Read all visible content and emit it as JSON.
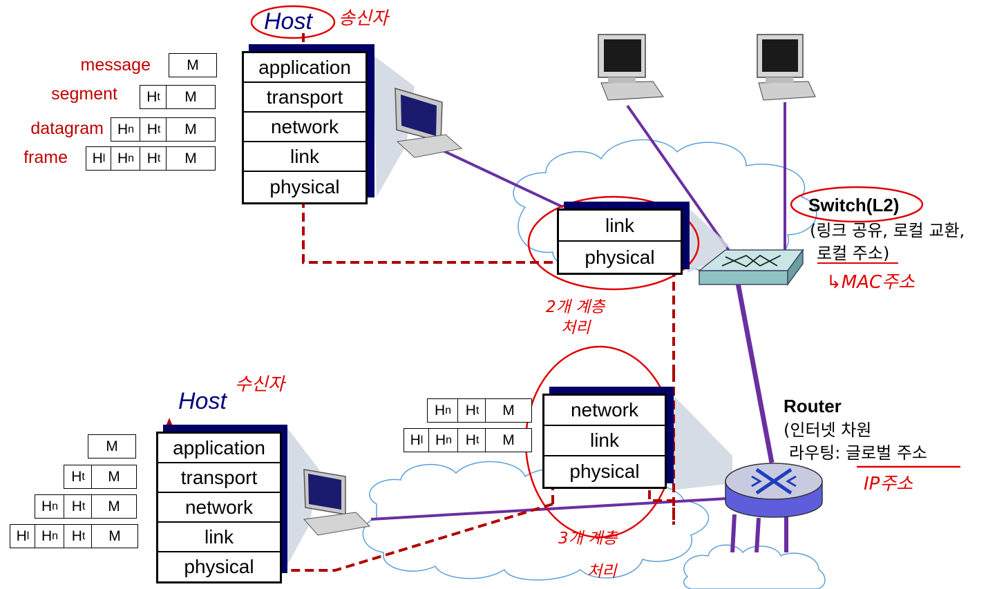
{
  "encapsulation_labels": {
    "message": "message",
    "segment": "segment",
    "datagram": "datagram",
    "frame": "frame"
  },
  "headers": {
    "m": "M",
    "ht": "H",
    "ht_sub": "t",
    "hn": "H",
    "hn_sub": "n",
    "hl": "H",
    "hl_sub": "l"
  },
  "sender": {
    "title": "Host",
    "note": "송신자",
    "layers": [
      "application",
      "transport",
      "network",
      "link",
      "physical"
    ]
  },
  "receiver": {
    "title": "Host",
    "note": "수신자",
    "layers": [
      "application",
      "transport",
      "network",
      "link",
      "physical"
    ]
  },
  "switch": {
    "layers": [
      "link",
      "physical"
    ],
    "note_line1": "2개 계층",
    "note_line2": "처리",
    "title": "Switch(L2)",
    "desc_line1": "(링크 공유, 로컬 교환,",
    "desc_line2": "로컬 주소)",
    "mac_note": "↳MAC주소"
  },
  "router": {
    "layers": [
      "network",
      "link",
      "physical"
    ],
    "note_line1": "3개 계층",
    "note_line2": "처리",
    "title": "Router",
    "desc_line1": "(인터넷 차원",
    "desc_line2": "라우팅: 글로벌 주소",
    "ip_note": "IP주소"
  },
  "colors": {
    "red_label": "#c00000",
    "handwriting": "#e00000",
    "path": "#b00000",
    "link_line": "#6a2fa0",
    "host_title": "#00007f",
    "stack_shadow": "#000066",
    "cloud": "#5aa0d8"
  }
}
